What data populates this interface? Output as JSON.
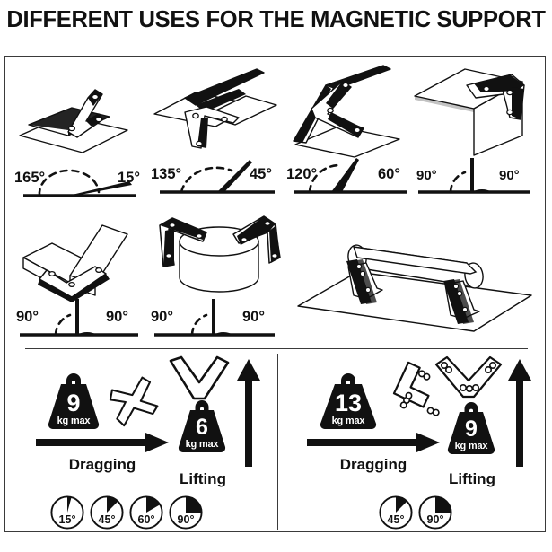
{
  "title": "DIFFERENT USES FOR THE MAGNETIC SUPPORT",
  "row1": [
    {
      "name": "panel-165-15",
      "illustration": "flat-plate-hinged-bracket-shallow",
      "left_angle": "165°",
      "right_angle": "15°"
    },
    {
      "name": "panel-135-45",
      "illustration": "two-plates-hinged-bracket",
      "left_angle": "135°",
      "right_angle": "45°"
    },
    {
      "name": "panel-120-60",
      "illustration": "raised-plate-bracket",
      "left_angle": "120°",
      "right_angle": "60°"
    },
    {
      "name": "panel-90-90-plates",
      "illustration": "perpendicular-plates-bracket",
      "left_angle": "90°",
      "right_angle": "90°"
    }
  ],
  "row2": [
    {
      "name": "panel-90-90-bars",
      "illustration": "two-square-bars-corner",
      "left_angle": "90°",
      "right_angle": "90°"
    },
    {
      "name": "panel-90-90-cylinder",
      "illustration": "cylinder-held-by-brackets",
      "left_angle": "90°",
      "right_angle": "90°"
    },
    {
      "name": "panel-pipe-on-plate",
      "illustration": "horizontal-pipe-on-plate-two-supports",
      "left_angle": "",
      "right_angle": ""
    }
  ],
  "capacity_left": {
    "name": "capacity-small-support",
    "dragging": {
      "value": "9",
      "unit": "kg max",
      "label": "Dragging",
      "tool": "v-bracket-plain"
    },
    "lifting": {
      "value": "6",
      "unit": "kg max",
      "label": "Lifting",
      "tool": "v-bracket-plain"
    },
    "angles": [
      "15°",
      "45°",
      "60°",
      "90°"
    ]
  },
  "capacity_right": {
    "name": "capacity-large-support",
    "dragging": {
      "value": "13",
      "unit": "kg max",
      "label": "Dragging",
      "tool": "v-bracket-holes"
    },
    "lifting": {
      "value": "9",
      "unit": "kg max",
      "label": "Lifting",
      "tool": "v-bracket-holes"
    },
    "angles": [
      "45°",
      "90°"
    ]
  },
  "colors": {
    "ink": "#111111",
    "frame": "#3a3a3a",
    "paper": "#ffffff"
  }
}
